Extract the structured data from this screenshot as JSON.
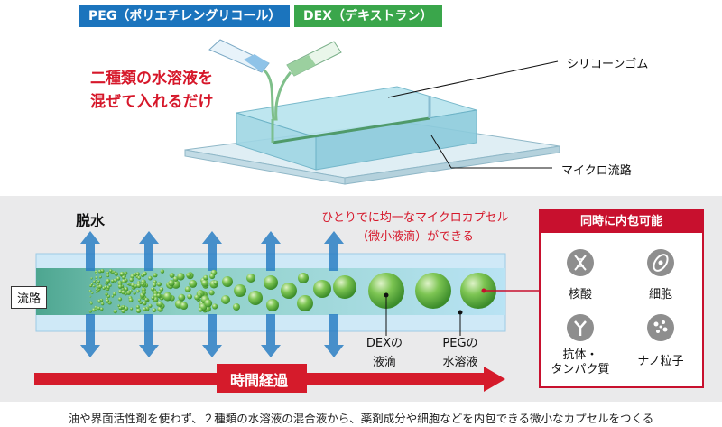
{
  "top": {
    "peg_tag": "PEG（ポリエチレングリコール）",
    "dex_tag": "DEX（デキストラン）",
    "headline_line1": "二種類の水溶液を",
    "headline_line2": "混ぜて入れるだけ",
    "silicone_label": "シリコーンゴム",
    "channel_label": "マイクロ流路"
  },
  "process": {
    "dehydration_label": "脱水",
    "uniform_line1": "ひとりでに均一なマイクロカプセル",
    "uniform_line2": "（微小液滴）ができる",
    "flow_label": "流路",
    "dex_droplet_line1": "DEXの",
    "dex_droplet_line2": "液滴",
    "peg_solution_line1": "PEGの",
    "peg_solution_line2": "水溶液",
    "time_label": "時間経過"
  },
  "panel": {
    "title": "同時に内包可能",
    "items": [
      {
        "icon": "dna-icon",
        "label": "核酸"
      },
      {
        "icon": "cell-icon",
        "label": "細胞"
      },
      {
        "icon": "antibody-icon",
        "label_line1": "抗体・",
        "label_line2": "タンパク質"
      },
      {
        "icon": "nanoparticle-icon",
        "label": "ナノ粒子"
      }
    ]
  },
  "caption": "油や界面活性剤を使わず、２種類の水溶液の混合液から、薬剤成分や細胞などを内包できる微小なカプセルをつくる",
  "colors": {
    "peg_blue": "#1b74bd",
    "dex_green": "#3aa64b",
    "accent_red": "#d6172a",
    "arrow_blue": "#2a7fc4",
    "droplet_green": "#5fb041"
  }
}
